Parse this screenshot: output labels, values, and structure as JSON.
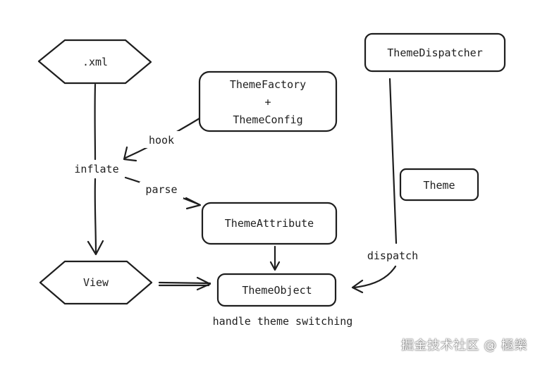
{
  "nodes": {
    "xml": {
      "label": ".xml"
    },
    "theme_factory": {
      "line1": "ThemeFactory",
      "line2": "+",
      "line3": "ThemeConfig"
    },
    "theme_dispatcher": {
      "label": "ThemeDispatcher"
    },
    "theme": {
      "label": "Theme"
    },
    "theme_attribute": {
      "label": "ThemeAttribute"
    },
    "view": {
      "label": "View"
    },
    "theme_object": {
      "label": "ThemeObject"
    }
  },
  "edge_labels": {
    "hook": "hook",
    "inflate": "inflate",
    "parse": "parse",
    "dispatch": "dispatch"
  },
  "caption": "handle theme switching",
  "watermark": "掘金技术社区 @ 極樂"
}
